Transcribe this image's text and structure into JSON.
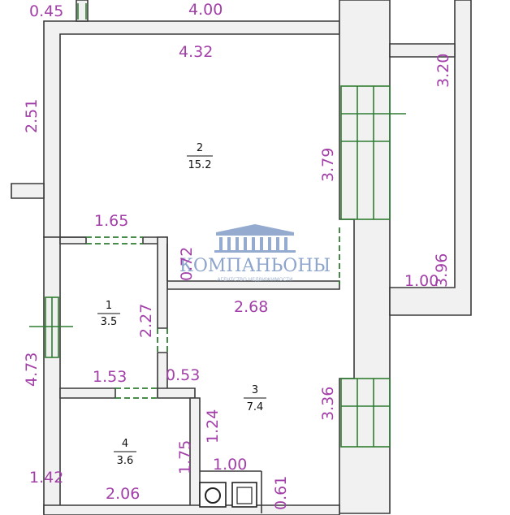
{
  "plan": {
    "dimensions": {
      "top_left": "0.45",
      "top_main": "4.00",
      "room2_width": "4.32",
      "left_upper": "2.51",
      "right_top": "3.20",
      "room2_right": "3.79",
      "corridor_top": "1.65",
      "door_0_72": "0.72",
      "balcony_side_a": "1.00",
      "balcony_side_b": "3.96",
      "room3_width": "2.68",
      "room1_height": "2.27",
      "left_lower": "4.73",
      "room1_width": "1.53",
      "opening_0_53": "0.53",
      "room3_right": "3.36",
      "kitchen_side": "1.24",
      "room4_height": "1.75",
      "counter_width": "1.00",
      "bottom_left": "1.42",
      "room4_width": "2.06",
      "counter_depth": "0.61"
    },
    "rooms": [
      {
        "number": "2",
        "area": "15.2"
      },
      {
        "number": "1",
        "area": "3.5"
      },
      {
        "number": "3",
        "area": "7.4"
      },
      {
        "number": "4",
        "area": "3.6"
      }
    ]
  },
  "watermark": {
    "brand": "КОМПАНЬОНЫ",
    "tagline": "АГЕНТСТВО НЕДВИЖИМОСТИ"
  }
}
